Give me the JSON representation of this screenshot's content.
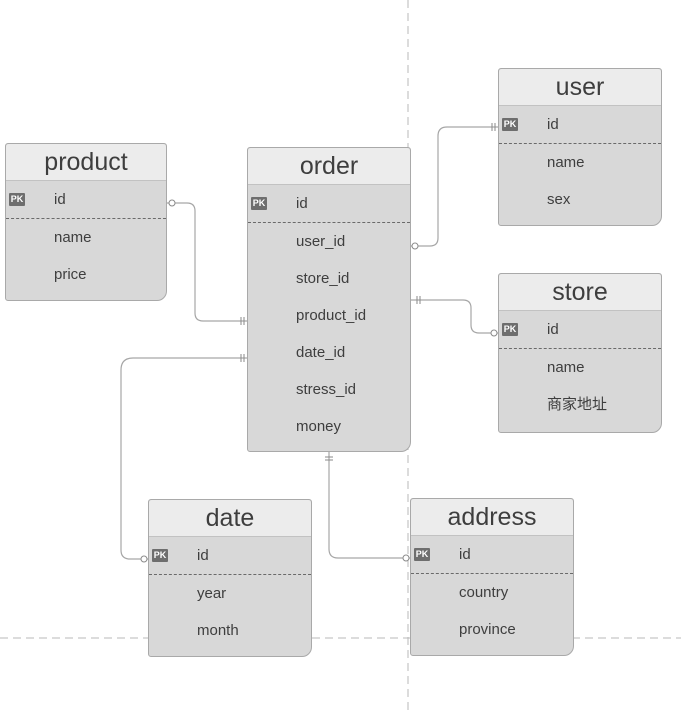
{
  "entities": {
    "product": {
      "title": "product",
      "pk_badge": "PK",
      "pk": "id",
      "fields": [
        "name",
        "price"
      ]
    },
    "order": {
      "title": "order",
      "pk_badge": "PK",
      "pk": "id",
      "fields": [
        "user_id",
        "store_id",
        "product_id",
        "date_id",
        "stress_id",
        "money"
      ]
    },
    "user": {
      "title": "user",
      "pk_badge": "PK",
      "pk": "id",
      "fields": [
        "name",
        "sex"
      ]
    },
    "store": {
      "title": "store",
      "pk_badge": "PK",
      "pk": "id",
      "fields": [
        "name",
        "商家地址"
      ]
    },
    "date": {
      "title": "date",
      "pk_badge": "PK",
      "pk": "id",
      "fields": [
        "year",
        "month"
      ]
    },
    "address": {
      "title": "address",
      "pk_badge": "PK",
      "pk": "id",
      "fields": [
        "country",
        "province"
      ]
    }
  },
  "relationships": [
    {
      "from": "order.user_id",
      "to": "user.id"
    },
    {
      "from": "order.store_id",
      "to": "store.id"
    },
    {
      "from": "order.product_id",
      "to": "product.id"
    },
    {
      "from": "order.date_id",
      "to": "date.id"
    },
    {
      "from": "order",
      "to": "address.id"
    }
  ],
  "colors": {
    "entity_fill": "#d8d8d8",
    "title_fill": "#ececec",
    "pk_badge": "#6e6e6e",
    "connector": "#a6a6a6"
  }
}
